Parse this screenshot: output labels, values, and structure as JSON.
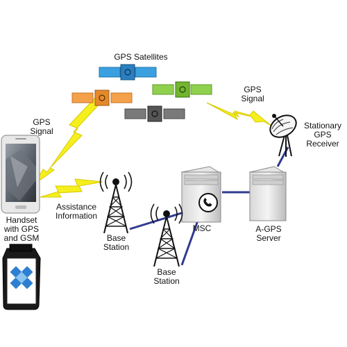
{
  "labels": {
    "gps_satellites": "GPS Satellites",
    "gps_signal_left": [
      "GPS",
      "Signal"
    ],
    "gps_signal_right": [
      "GPS",
      "Signal"
    ],
    "stationary_receiver": [
      "Stationary",
      "GPS",
      "Receiver"
    ],
    "assistance_info": [
      "Assistance",
      "Information"
    ],
    "handset": [
      "Handset",
      "with GPS",
      "and GSM"
    ],
    "base_station_1": [
      "Base",
      "Station"
    ],
    "base_station_2": [
      "Base",
      "Station"
    ],
    "msc": "MSC",
    "agps_server": [
      "A-GPS",
      "Server"
    ]
  },
  "colors": {
    "lightning": "#f5ef1e",
    "link_line": "#2f3a8f",
    "sat_blue": "#3aa0e0",
    "sat_orange": "#f5a04a",
    "sat_green": "#8fd14f",
    "sat_gray": "#7a7a7a",
    "dongle_blue": "#2d7fd1"
  }
}
